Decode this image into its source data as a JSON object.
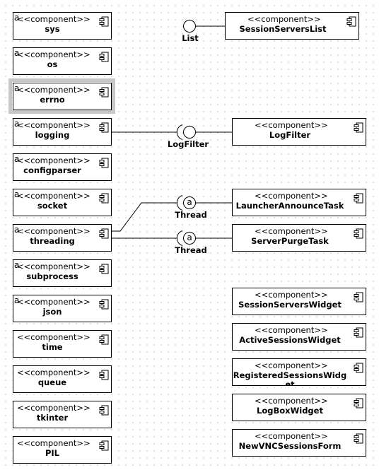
{
  "stereotype": "<<component>>",
  "abstract_marker": "a",
  "left_components": [
    {
      "name": "sys",
      "abstract": true,
      "selected": false
    },
    {
      "name": "os",
      "abstract": true,
      "selected": false
    },
    {
      "name": "errno",
      "abstract": true,
      "selected": true
    },
    {
      "name": "logging",
      "abstract": true,
      "selected": false
    },
    {
      "name": "configparser",
      "abstract": true,
      "selected": false
    },
    {
      "name": "socket",
      "abstract": true,
      "selected": false
    },
    {
      "name": "threading",
      "abstract": true,
      "selected": false
    },
    {
      "name": "subprocess",
      "abstract": true,
      "selected": false
    },
    {
      "name": "json",
      "abstract": true,
      "selected": false
    },
    {
      "name": "time",
      "abstract": false,
      "selected": false
    },
    {
      "name": "queue",
      "abstract": false,
      "selected": false
    },
    {
      "name": "tkinter",
      "abstract": false,
      "selected": false
    },
    {
      "name": "PIL",
      "abstract": false,
      "selected": false
    }
  ],
  "right_components": [
    {
      "name": "SessionServersList"
    },
    {
      "name": "LogFilter"
    },
    {
      "name": "LauncherAnnounceTask"
    },
    {
      "name": "ServerPurgeTask"
    },
    {
      "name": "SessionServersWidget"
    },
    {
      "name": "ActiveSessionsWidget"
    },
    {
      "name": "RegisteredSessionsWidget",
      "clipped_display": [
        "RegisteredSessionsWidg",
        "et"
      ]
    },
    {
      "name": "LogBoxWidget"
    },
    {
      "name": "NewVNCSessionsForm"
    }
  ],
  "interfaces": [
    {
      "name": "List",
      "style": "lollipop",
      "from": null,
      "to": "SessionServersList"
    },
    {
      "name": "LogFilter",
      "style": "socket",
      "from": "logging",
      "to": "LogFilter"
    },
    {
      "name": "Thread",
      "style": "socket-abstract",
      "from": "threading",
      "to": "LauncherAnnounceTask"
    },
    {
      "name": "Thread",
      "style": "socket-abstract",
      "from": "threading",
      "to": "ServerPurgeTask"
    }
  ]
}
